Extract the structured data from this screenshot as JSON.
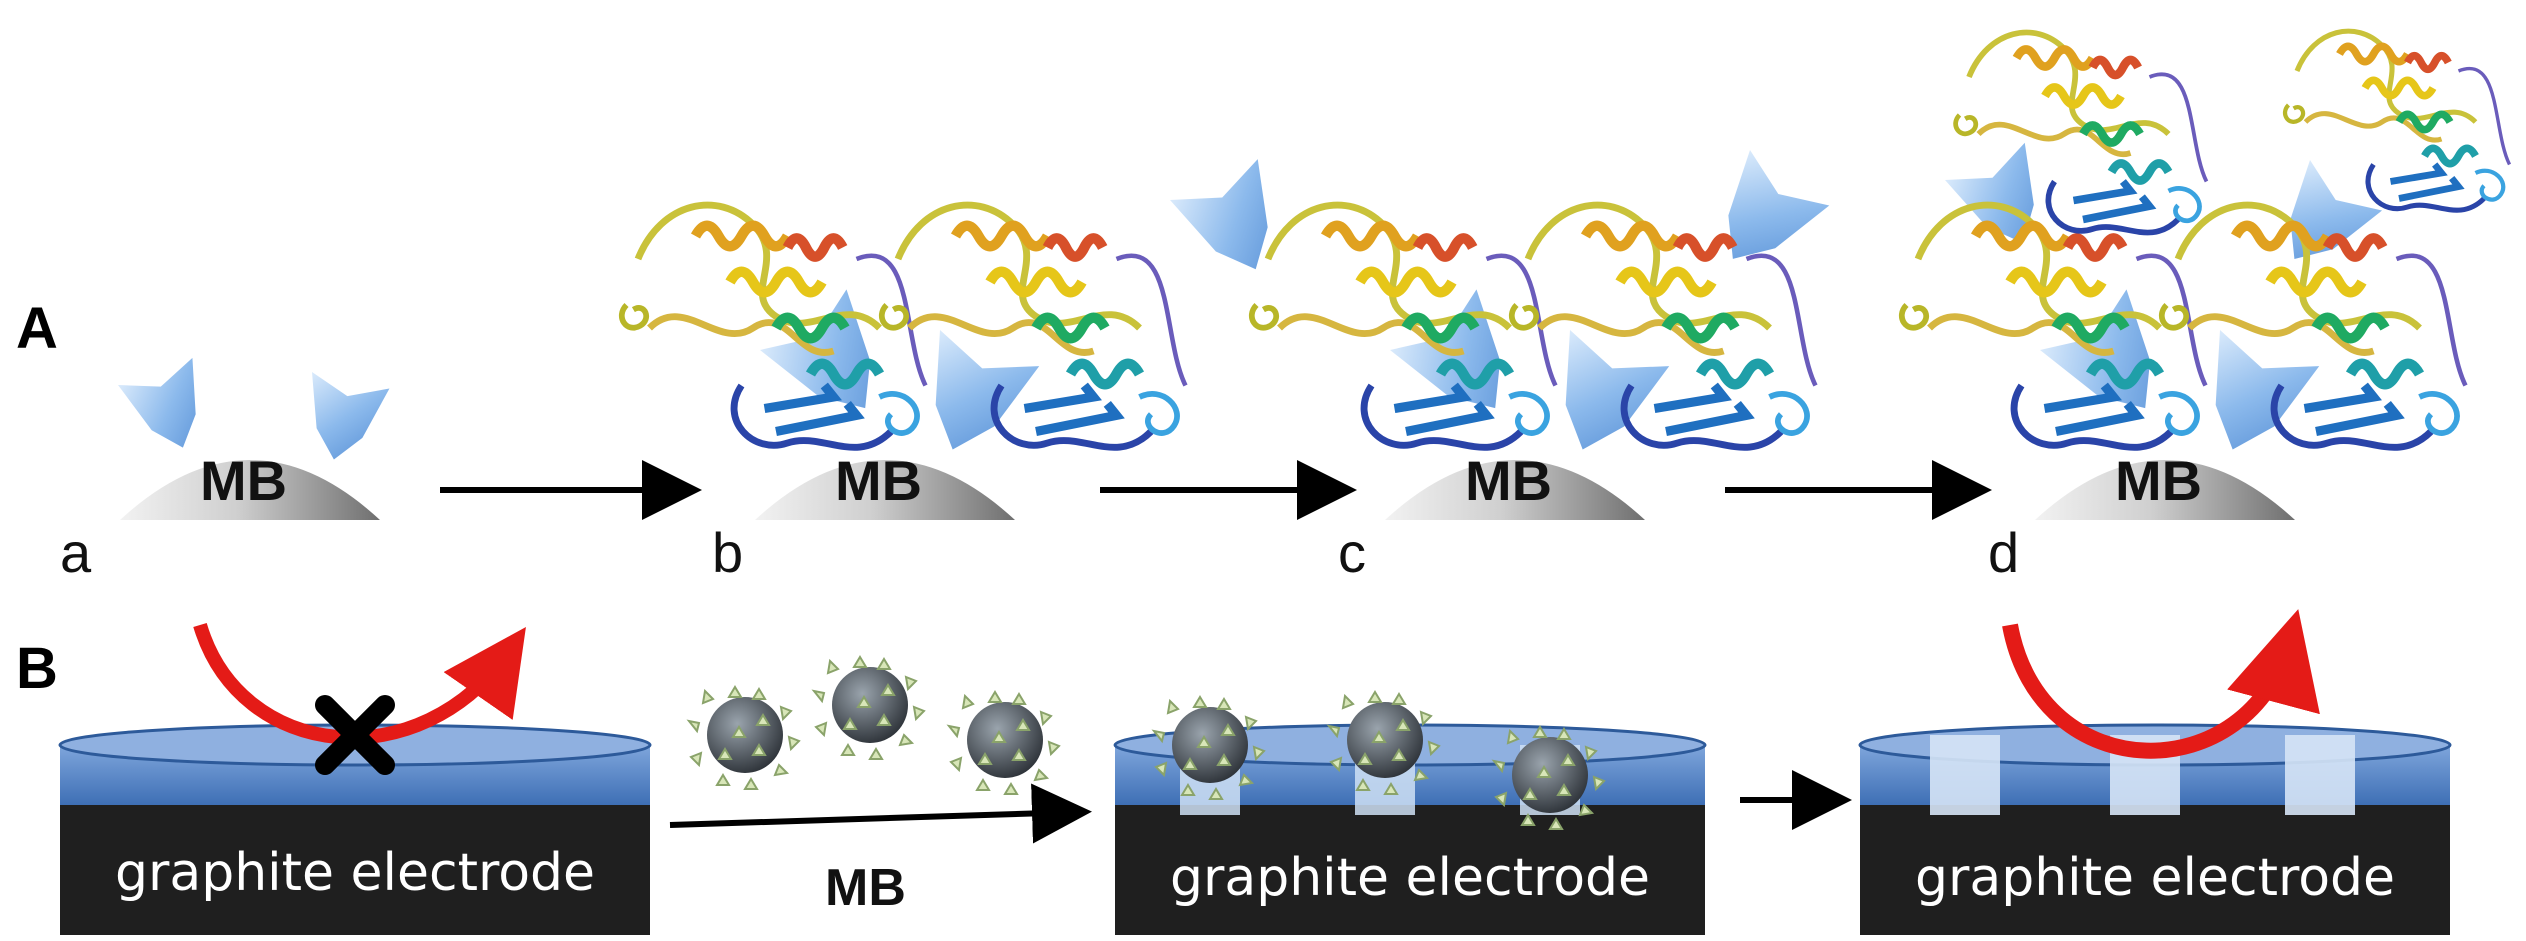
{
  "panels": {
    "A": {
      "label": "A",
      "steps": [
        "a",
        "b",
        "c",
        "d"
      ],
      "bead_label": "MB"
    },
    "B": {
      "label": "B",
      "electrode_label": "graphite electrode",
      "arrow_label": "MB"
    }
  },
  "colors": {
    "bead_light": "#e6e6e6",
    "bead_dark": "#7a7a7a",
    "linker_blue": "#6fa8e6",
    "electrode_top": "#4a7dc4",
    "electrode_body": "#1f1f1f",
    "electron_arrow": "#e41b17",
    "arrow": "#000000"
  }
}
